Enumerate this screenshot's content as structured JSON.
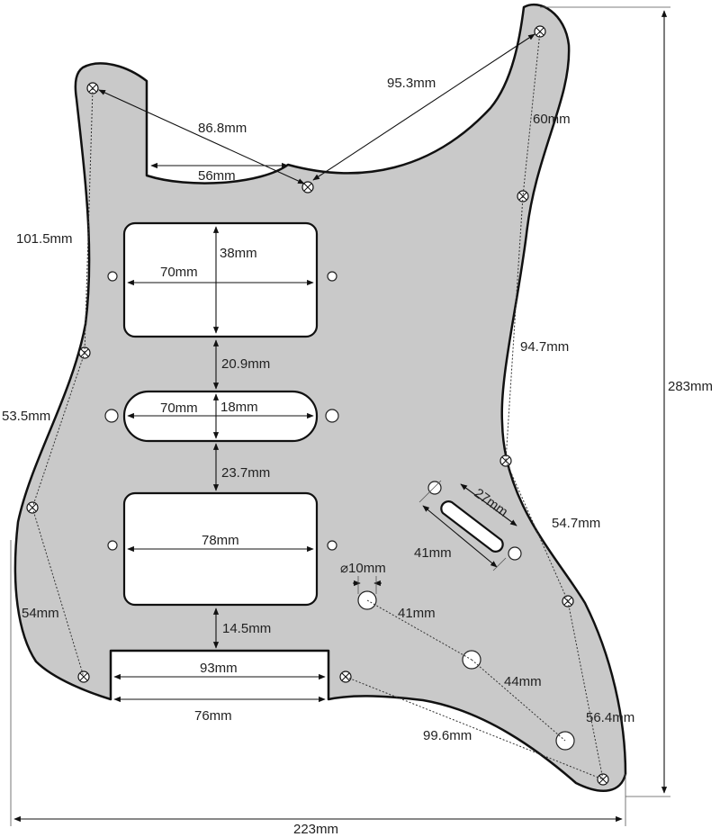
{
  "diagram": {
    "labels": {
      "d_95_3": "95.3mm",
      "d_60": "60mm",
      "d_86_8": "86.8mm",
      "d_56": "56mm",
      "d_101_5": "101.5mm",
      "d_38": "38mm",
      "d_70_top": "70mm",
      "d_20_9": "20.9mm",
      "d_94_7": "94.7mm",
      "d_283": "283mm",
      "d_53_5": "53.5mm",
      "d_70_mid": "70mm",
      "d_18": "18mm",
      "d_23_7": "23.7mm",
      "d_27": "27mm",
      "d_54_7": "54.7mm",
      "d_78": "78mm",
      "d_41_slot": "41mm",
      "d_10": "⌀10mm",
      "d_54": "54mm",
      "d_14_5": "14.5mm",
      "d_41_jack": "41mm",
      "d_93": "93mm",
      "d_44": "44mm",
      "d_76": "76mm",
      "d_56_4": "56.4mm",
      "d_99_6": "99.6mm",
      "d_223": "223mm"
    }
  }
}
